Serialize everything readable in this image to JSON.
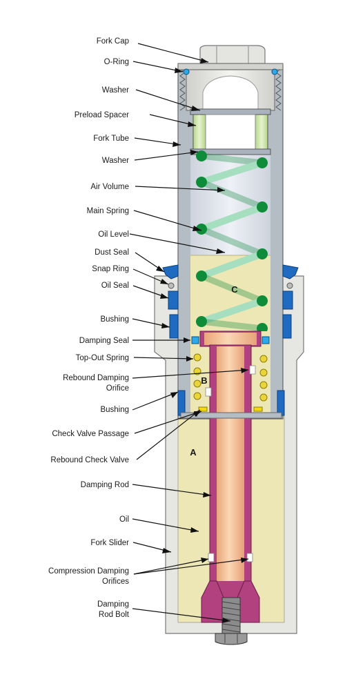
{
  "labels": {
    "fork_cap": "Fork Cap",
    "o_ring": "O-Ring",
    "washer_top": "Washer",
    "preload_spacer": "Preload Spacer",
    "fork_tube": "Fork Tube",
    "washer_bottom": "Washer",
    "air_volume": "Air Volume",
    "main_spring": "Main Spring",
    "oil_level": "Oil Level",
    "dust_seal": "Dust Seal",
    "snap_ring": "Snap Ring",
    "oil_seal": "Oil Seal",
    "bushing_upper": "Bushing",
    "damping_seal": "Damping Seal",
    "top_out_spring": "Top-Out Spring",
    "rebound_damping_orifice_1": "Rebound Damping",
    "rebound_damping_orifice_2": "Orifice",
    "bushing_lower": "Bushing",
    "check_valve_passage": "Check Valve Passage",
    "rebound_check_valve": "Rebound Check Valve",
    "damping_rod": "Damping Rod",
    "oil": "Oil",
    "fork_slider": "Fork Slider",
    "compression_damping_orifices_1": "Compression Damping",
    "compression_damping_orifices_2": "Orifices",
    "damping_rod_bolt_1": "Damping",
    "damping_rod_bolt_2": "Rod Bolt"
  },
  "chambers": {
    "a": "A",
    "b": "B",
    "c": "C"
  },
  "colors": {
    "oil": "#ece7b4",
    "slider": "#e6e6e2",
    "tube": "#b4bcc4",
    "air": "#dde2ea",
    "spring": "#0f8c3a",
    "rod": "#b2417f",
    "rod_light": "#f2c39e",
    "seal": "#1f6bc2",
    "spacer": "#c9e2a2",
    "cap": "#dadad6"
  }
}
